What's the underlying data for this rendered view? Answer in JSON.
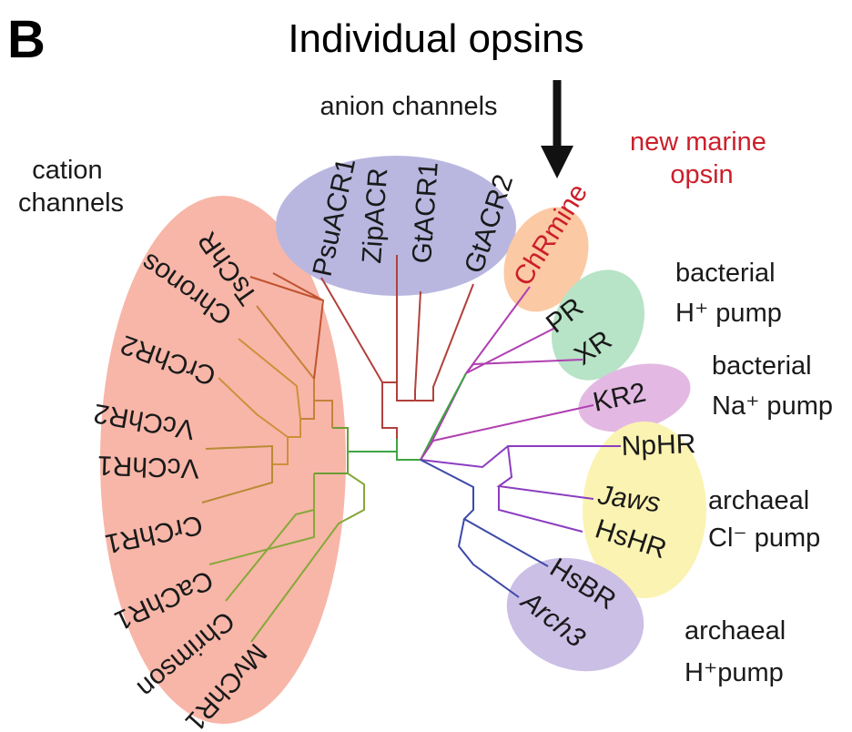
{
  "panel_label": "B",
  "title": "Individual opsins",
  "colors": {
    "cation_blob": "#f7b6a8",
    "anion_blob": "#b9b7e0",
    "chrmine_blob": "#fbc9a4",
    "pr_xr_blob": "#b7e3c6",
    "kr2_blob": "#e3b9e3",
    "chloride_blob": "#fbf3b1",
    "archaeal_h_blob": "#cbbfe6",
    "highlight_text": "#cc1f2a"
  },
  "groups": {
    "cation": [
      "cation",
      "channels"
    ],
    "anion": "anion channels",
    "new_marine": [
      "new marine",
      "opsin"
    ],
    "bacterial_h": [
      "bacterial",
      "H⁺ pump"
    ],
    "bacterial_na": [
      "bacterial",
      "Na⁺ pump"
    ],
    "archaeal_cl": [
      "archaeal",
      "Cl⁻ pump"
    ],
    "archaeal_h": [
      "archaeal",
      "H⁺pump"
    ]
  },
  "leaves": {
    "tschr": "TsChR",
    "chronos": "Chronos",
    "crchr2": "CrChR2",
    "vcchr2": "VcChR2",
    "vcchr1": "VcChR1",
    "crchr1": "CrChR1",
    "cachr1": "CaChR1",
    "chrimson": "Chrimson",
    "mvchr1": "MvChR1",
    "psuacr1": "PsuACR1",
    "zipacr": "ZipACR",
    "gtacr1": "GtACR1",
    "gtacr2": "GtACR2",
    "chrmine": "ChRmine",
    "pr": "PR",
    "xr": "XR",
    "kr2": "KR2",
    "nphr": "NpHR",
    "jaws": "Jaws",
    "hshr": "HsHR",
    "hsbr": "HsBR",
    "arch3": "Arch3"
  }
}
